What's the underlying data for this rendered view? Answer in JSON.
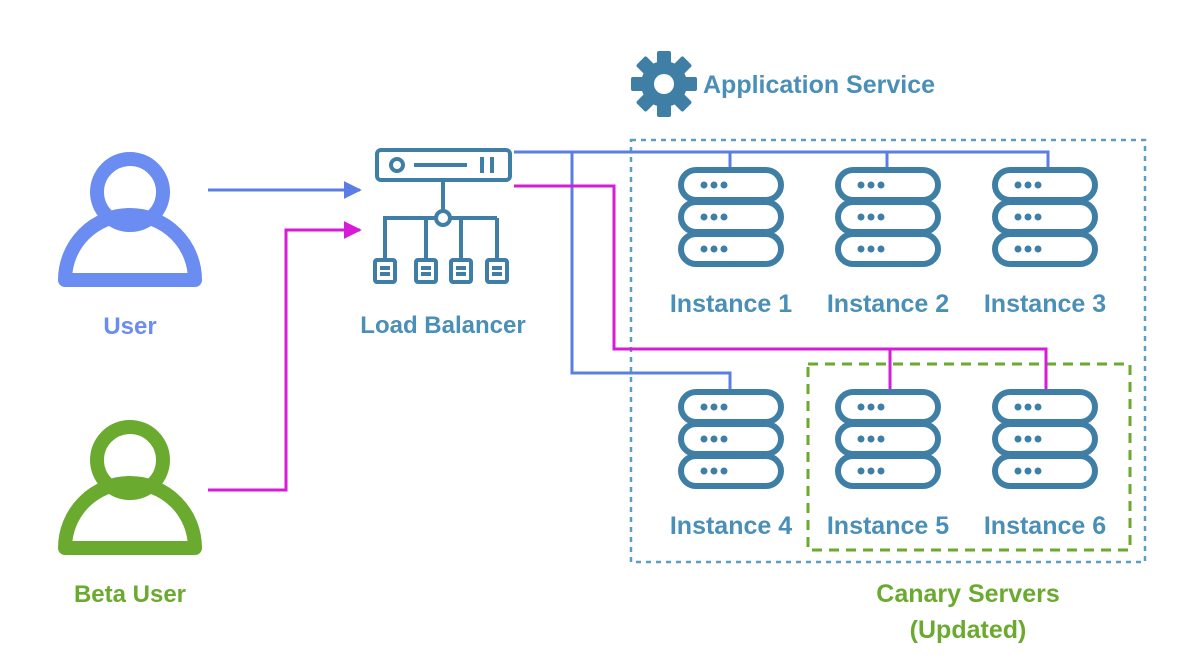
{
  "user": {
    "label": "User"
  },
  "beta_user": {
    "label": "Beta User"
  },
  "load_balancer": {
    "label": "Load Balancer"
  },
  "application_service": {
    "label": "Application Service"
  },
  "instances": [
    {
      "label": "Instance 1"
    },
    {
      "label": "Instance 2"
    },
    {
      "label": "Instance 3"
    },
    {
      "label": "Instance 4"
    },
    {
      "label": "Instance 5"
    },
    {
      "label": "Instance 6"
    }
  ],
  "canary": {
    "line1": "Canary Servers",
    "line2": "(Updated)"
  },
  "colors": {
    "user": "#6b8cf0",
    "beta_user": "#6aaa2e",
    "server": "#3f7fa6",
    "traffic_regular": "#5b7ee5",
    "traffic_beta": "#d61cd6",
    "service_border": "#5b9ec2",
    "canary_border": "#6aaa2e"
  }
}
